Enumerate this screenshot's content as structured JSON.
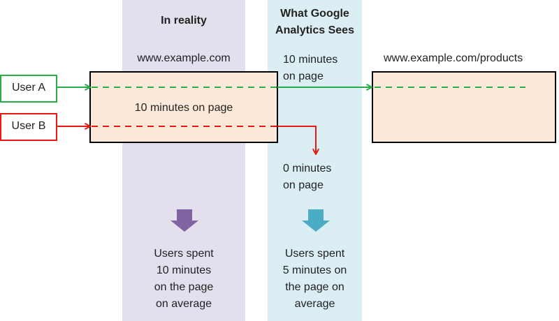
{
  "columns": {
    "reality": {
      "heading": "In reality",
      "page_url": "www.example.com",
      "box_text": "10 minutes on page",
      "summary": [
        "Users spent",
        "10 minutes",
        "on the page",
        "on average"
      ]
    },
    "ga": {
      "heading": [
        "What Google",
        "Analytics Sees"
      ],
      "user_a_time": [
        "10 minutes",
        "on page"
      ],
      "user_b_time": [
        "0 minutes",
        "on page"
      ],
      "summary": [
        "Users spent",
        "5 minutes on",
        "the page on",
        "average"
      ]
    }
  },
  "destination": {
    "page_url": "www.example.com/products"
  },
  "users": {
    "a": "User A",
    "b": "User B"
  },
  "colors": {
    "reality_column": "#e4dfec",
    "ga_column": "#dbeef4",
    "page_box_fill": "#fde9d9",
    "user_a": "#27ae4a",
    "user_b": "#e8190f",
    "reality_arrow": "#8064a2",
    "ga_arrow": "#4bacc6"
  }
}
